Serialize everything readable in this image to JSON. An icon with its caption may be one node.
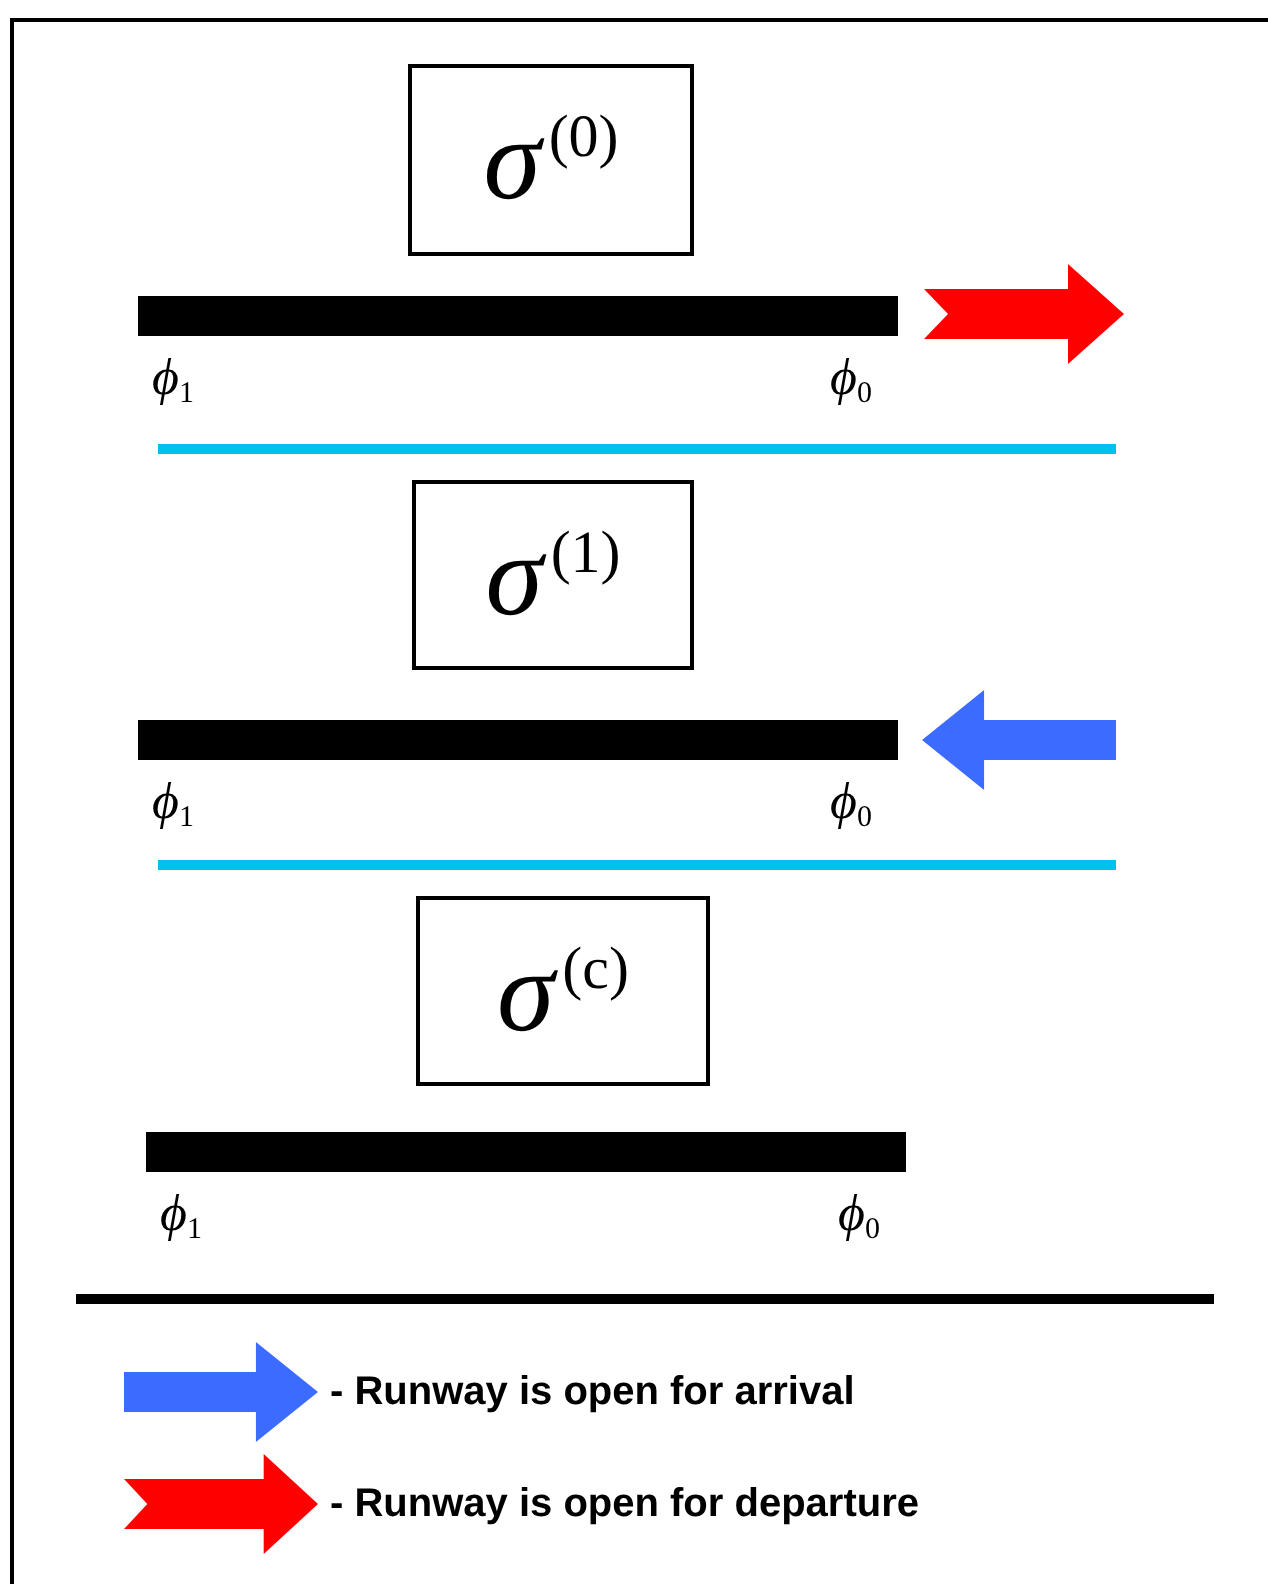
{
  "diagram": {
    "nodes": [
      {
        "text": [
          "σ$^{(0)}$"
        ]
      },
      {
        "text": [],
        "shape": "bar"
      },
      {
        "text": [
          "σ$^{(1)}$"
        ]
      },
      {
        "text": [],
        "shape": "bar"
      },
      {
        "text": [
          "σ$^{(c)}$"
        ]
      },
      {
        "text": [],
        "shape": "bar"
      }
    ],
    "labels": [
      "ϕ$_{1}$",
      "ϕ$_{0}$",
      "ϕ$_{1}$",
      "ϕ$_{0}$",
      "ϕ$_{1}$",
      "ϕ$_{0}$"
    ],
    "legend": [
      {
        "text": "- Runway is open for arrival",
        "color": "#3b6cff"
      },
      {
        "text": "- Runway is open for departure",
        "color": "#ff0000"
      }
    ]
  }
}
